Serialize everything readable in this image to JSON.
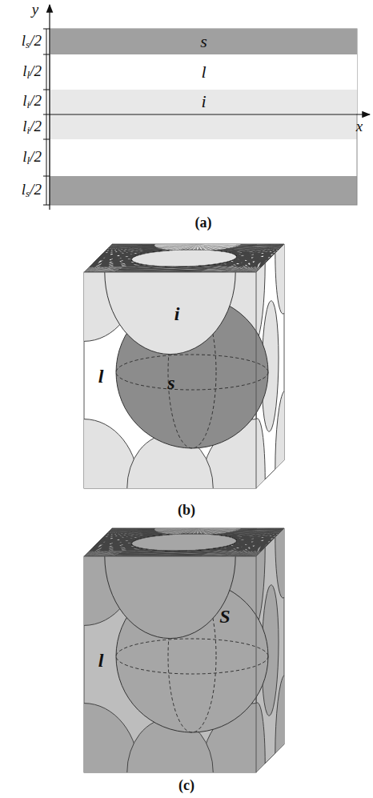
{
  "diagram": {
    "nodes": [
      {
        "text": [
          "s"
        ]
      },
      {
        "text": [
          "l"
        ]
      },
      {
        "text": [
          "i"
        ]
      }
    ],
    "labels": [
      "y",
      "x",
      "ls/2",
      "ll/2",
      "li/2",
      "li/2",
      "ll/2",
      "ls/2",
      "(a)",
      "l",
      "i",
      "s",
      "(b)",
      "l",
      "S",
      "(c)"
    ]
  }
}
